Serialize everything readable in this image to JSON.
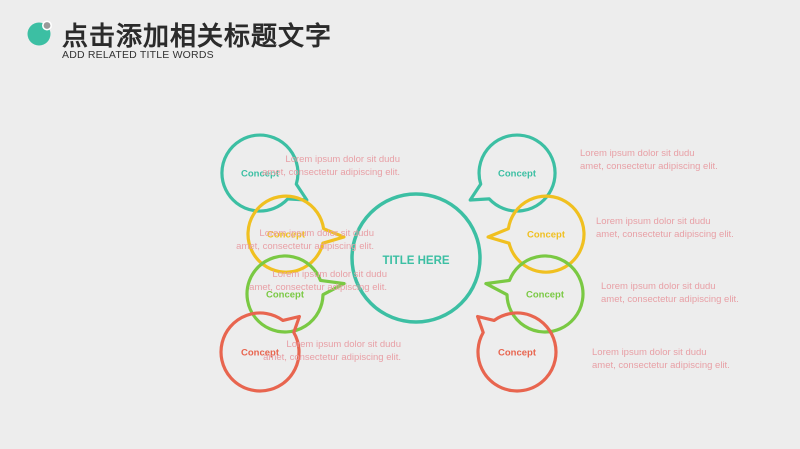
{
  "header": {
    "title": "点击添加相关标题文字",
    "subtitle": "ADD RELATED TITLE WORDS",
    "logo_colors": {
      "main": "#3cbfa3",
      "dot": "#9a9a9a"
    }
  },
  "center": {
    "label": "TITLE HERE",
    "color": "#3cbfa3"
  },
  "colors": {
    "teal": "#3cbfa3",
    "yellow": "#f0c020",
    "green": "#7ac943",
    "red": "#e8654f",
    "desc_text": "#e8a0a6"
  },
  "concepts_left": [
    {
      "label": "Concept",
      "color_key": "teal",
      "desc": [
        "Lorem ipsum dolor sit dudu",
        "amet, consectetur adipiscing elit."
      ]
    },
    {
      "label": "Concept",
      "color_key": "yellow",
      "desc": [
        "Lorem ipsum dolor sit dudu",
        "amet, consectetur adipiscing elit."
      ]
    },
    {
      "label": "Concept",
      "color_key": "green",
      "desc": [
        "Lorem ipsum dolor sit dudu",
        "amet, consectetur adipiscing elit."
      ]
    },
    {
      "label": "Concept",
      "color_key": "red",
      "desc": [
        "Lorem ipsum dolor sit dudu",
        "amet, consectetur adipiscing elit."
      ]
    }
  ],
  "concepts_right": [
    {
      "label": "Concept",
      "color_key": "teal",
      "desc": [
        "Lorem ipsum dolor sit dudu",
        "amet, consectetur adipiscing elit."
      ]
    },
    {
      "label": "Concept",
      "color_key": "yellow",
      "desc": [
        "Lorem ipsum dolor sit dudu",
        "amet, consectetur adipiscing elit."
      ]
    },
    {
      "label": "Concept",
      "color_key": "green",
      "desc": [
        "Lorem ipsum dolor sit dudu",
        "amet, consectetur adipiscing elit."
      ]
    },
    {
      "label": "Concept",
      "color_key": "red",
      "desc": [
        "Lorem ipsum dolor sit dudu",
        "amet, consectetur adipiscing elit."
      ]
    }
  ]
}
